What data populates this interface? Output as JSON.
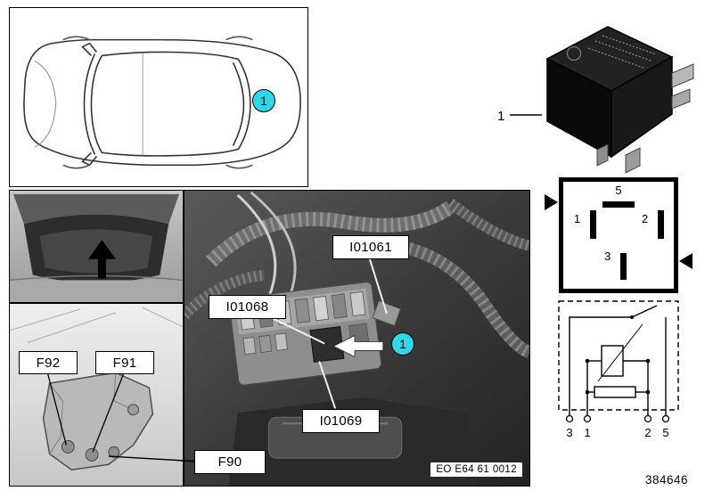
{
  "meta": {
    "doc_number": "384646",
    "photo_code": "EO E64 61 0012"
  },
  "callouts": {
    "car_item": "1",
    "photo_item": "1",
    "relay_item": "1"
  },
  "component_labels": {
    "i01061": "I01061",
    "i01068": "I01068",
    "i01069": "I01069",
    "f90": "F90",
    "f91": "F91",
    "f92": "F92"
  },
  "pin_diagram": {
    "pin_top": "5",
    "pin_left": "1",
    "pin_right": "2",
    "pin_bottom": "3"
  },
  "schematic": {
    "terminals": [
      "3",
      "1",
      "2",
      "5"
    ]
  },
  "colors": {
    "callout_cyan": "#2BD9E9",
    "photo_dark": "#3b3b3b",
    "panel_border": "#000000"
  }
}
